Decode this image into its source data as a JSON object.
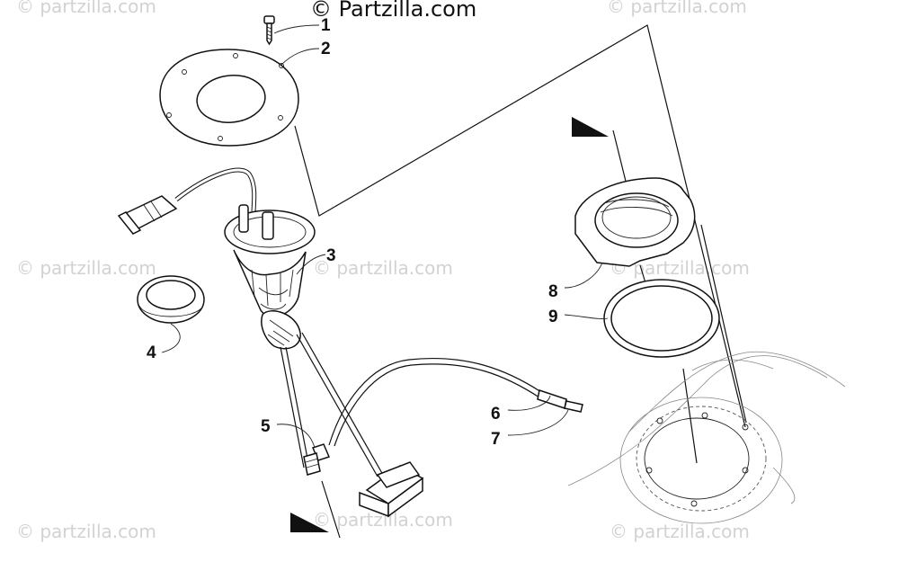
{
  "watermarks": {
    "top_center": "© Partzilla.com",
    "repeated": "© partzilla.com"
  },
  "callouts": [
    "1",
    "2",
    "3",
    "4",
    "5",
    "6",
    "7",
    "8",
    "9"
  ],
  "colors": {
    "line": "#111111",
    "watermark": "#d2d2d2",
    "background": "#ffffff"
  }
}
